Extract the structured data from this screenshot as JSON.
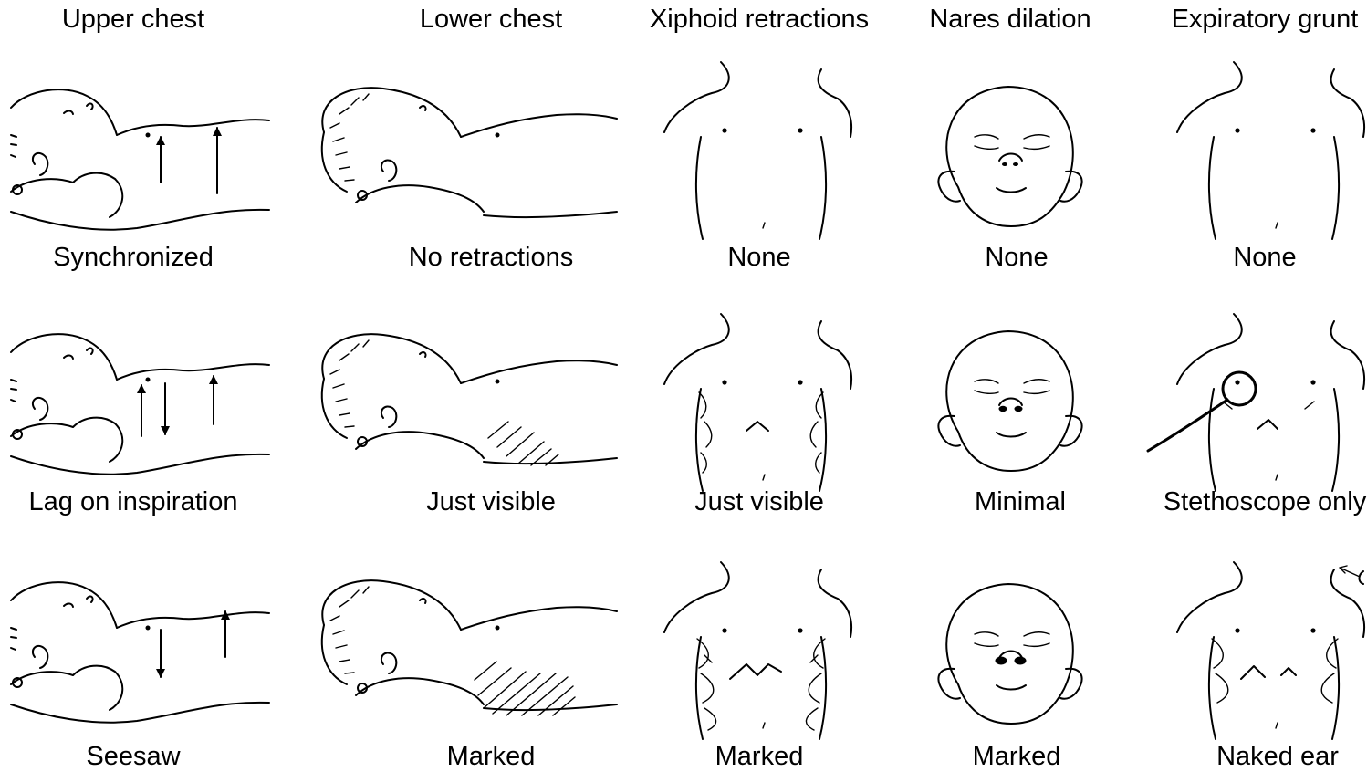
{
  "columns": [
    {
      "header": "Upper chest",
      "levels": [
        "Synchronized",
        "Lag on inspiration",
        "Seesaw"
      ]
    },
    {
      "header": "Lower chest",
      "levels": [
        "No retractions",
        "Just visible",
        "Marked"
      ]
    },
    {
      "header": "Xiphoid retractions",
      "levels": [
        "None",
        "Just visible",
        "Marked"
      ]
    },
    {
      "header": "Nares dilation",
      "levels": [
        "None",
        "Minimal",
        "Marked"
      ]
    },
    {
      "header": "Expiratory grunt",
      "levels": [
        "None",
        "Stethoscope only",
        "Naked ear"
      ]
    }
  ]
}
